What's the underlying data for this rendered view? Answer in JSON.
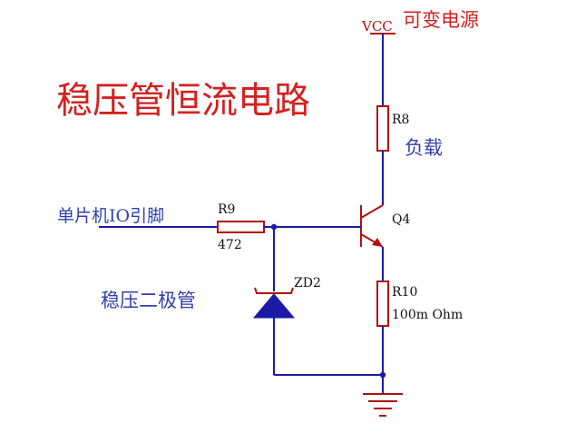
{
  "title": "稳压管恒流电路",
  "labels": {
    "vcc": "VCC",
    "source": "可变电源",
    "load": "负载",
    "mcu_io": "单片机IO引脚",
    "zener_desc": "稳压二极管"
  },
  "components": {
    "r8": {
      "ref": "R8"
    },
    "r9": {
      "ref": "R9",
      "value": "472"
    },
    "r10": {
      "ref": "R10",
      "value": "100m Ohm"
    },
    "q4": {
      "ref": "Q4"
    },
    "zd2": {
      "ref": "ZD2"
    }
  },
  "colors": {
    "wire": "#1a1aa6",
    "component": "#b01010",
    "title": "#d42020",
    "label": "#3040b0",
    "ref_text": "#111111"
  }
}
